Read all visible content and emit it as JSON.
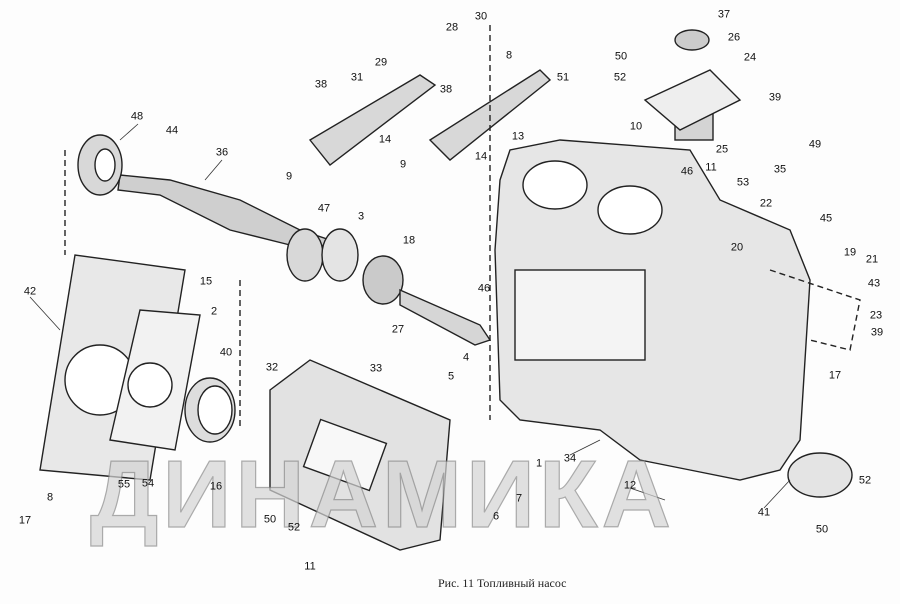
{
  "caption": "Рис. 11 Топливный насос",
  "watermark": "ДИНАМИКА",
  "callouts": [
    "30",
    "28",
    "37",
    "26",
    "8",
    "29",
    "50",
    "52",
    "51",
    "24",
    "31",
    "38",
    "38",
    "39",
    "48",
    "44",
    "10",
    "14",
    "14",
    "13",
    "49",
    "25",
    "9",
    "9",
    "46",
    "36",
    "11",
    "53",
    "35",
    "22",
    "47",
    "3",
    "45",
    "18",
    "20",
    "19",
    "21",
    "42",
    "15",
    "43",
    "2",
    "46",
    "27",
    "23",
    "39",
    "40",
    "32",
    "33",
    "4",
    "17",
    "5",
    "34",
    "1",
    "55",
    "54",
    "16",
    "12",
    "52",
    "7",
    "8",
    "6",
    "50",
    "41",
    "52",
    "17",
    "50",
    "11"
  ]
}
